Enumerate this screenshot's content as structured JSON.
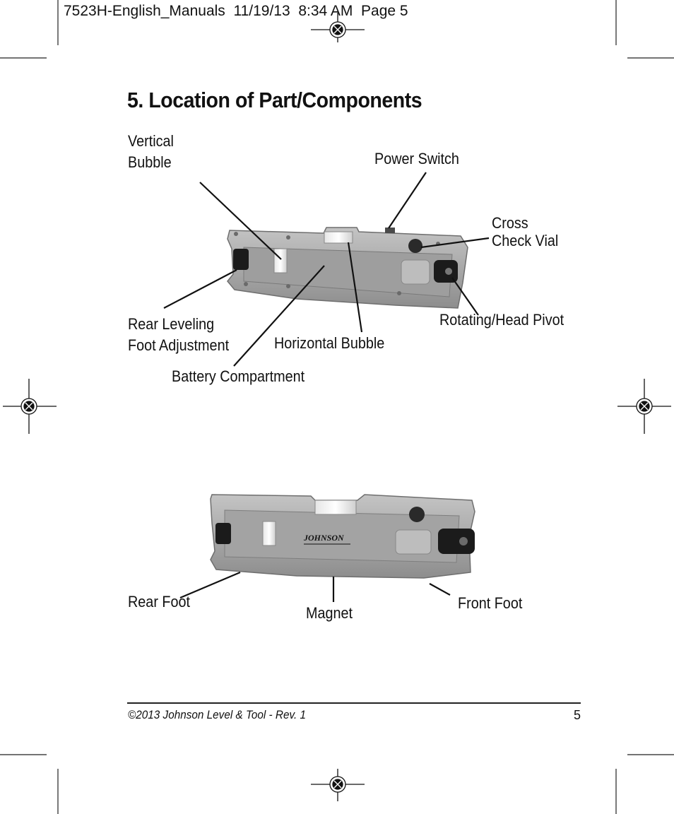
{
  "slug_line": "7523H-English_Manuals  11/19/13  8:34 AM  Page 5",
  "heading": "5. Location of Part/Components",
  "top_diagram": {
    "labels": {
      "vertical_bubble": [
        "Vertical",
        "Bubble"
      ],
      "power_switch": "Power Switch",
      "cross_check_vial": [
        "Cross",
        "Check Vial"
      ],
      "rear_leveling_foot": [
        "Rear Leveling",
        "Foot Adjustment"
      ],
      "horizontal_bubble": "Horizontal Bubble",
      "rotating_head_pivot": "Rotating/Head Pivot",
      "battery_compartment": "Battery Compartment"
    }
  },
  "bottom_diagram": {
    "brand": "JOHNSON",
    "labels": {
      "rear_foot": "Rear Foot",
      "magnet": "Magnet",
      "front_foot": "Front Foot"
    }
  },
  "footer": {
    "copyright": "©2013 Johnson Level & Tool - Rev. 1",
    "page_number": "5"
  }
}
